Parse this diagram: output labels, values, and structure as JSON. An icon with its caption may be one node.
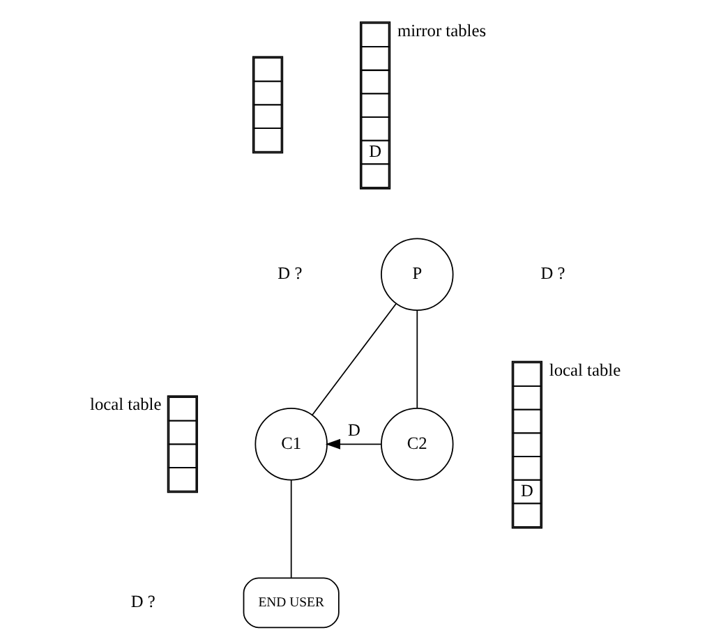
{
  "diagram": {
    "nodes": [
      {
        "text": [],
        "shape": "box"
      },
      {
        "text": [
          "D"
        ],
        "beside": [
          "mirror tables"
        ]
      },
      {
        "text": [
          "P"
        ]
      },
      {
        "text": [],
        "shape": "box",
        "beside": [
          "local table"
        ]
      },
      {
        "text": [
          "C1"
        ]
      },
      {
        "text": [
          "C2"
        ]
      },
      {
        "text": [
          "D"
        ],
        "beside": [
          "local table"
        ]
      },
      {
        "text": [
          "END USER"
        ]
      }
    ],
    "edges": [
      {
        "from": 2,
        "to": 4,
        "arrow": "none"
      },
      {
        "from": 2,
        "to": 5,
        "arrow": "none"
      },
      {
        "from": 5,
        "to": 4,
        "arrow": "to",
        "label": "D"
      },
      {
        "from": 4,
        "to": 7,
        "arrow": "none"
      }
    ],
    "labels": [
      "D ?",
      "D ?",
      "D ?"
    ]
  }
}
